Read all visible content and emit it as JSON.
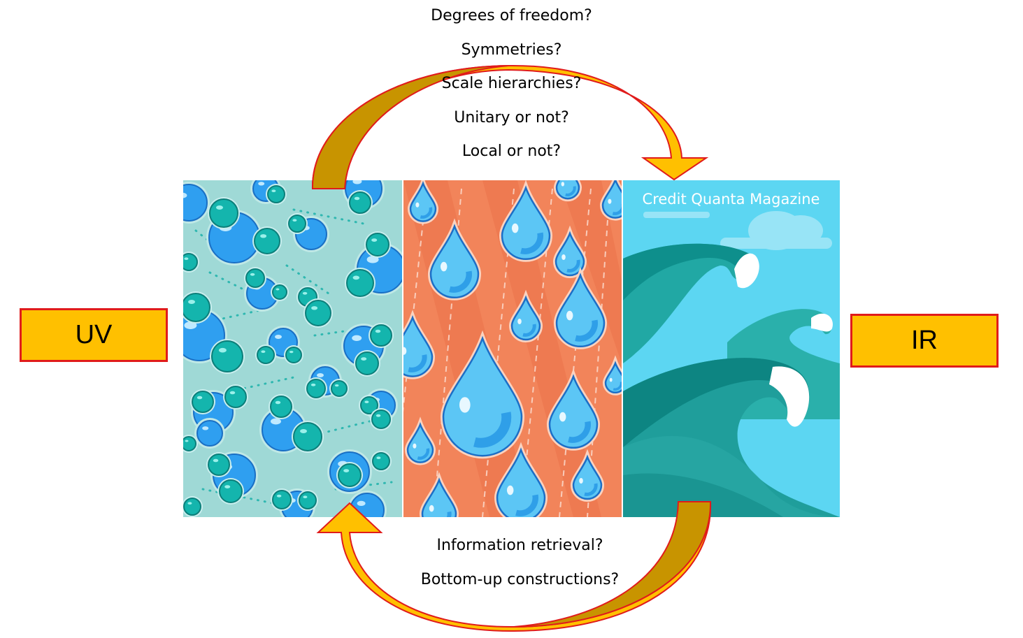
{
  "top_questions": [
    "Degrees of freedom?",
    "Symmetries?",
    "Scale hierarchies?",
    "Unitary or not?",
    "Local or not?"
  ],
  "bottom_questions": [
    "Information retrieval?",
    "Bottom-up constructions?"
  ],
  "left_box": "UV",
  "right_box": "IR",
  "credit": "Credit Quanta Magazine",
  "colors": {
    "box_fill": "#ffc000",
    "box_border": "#e01b1b",
    "arrow_fill": "#ffc000",
    "arrow_shade": "#c89400",
    "arrow_border": "#e01b1b",
    "panel1_bg": "#9fd9d6",
    "panel2_bg": "#f2845a",
    "panel3_bg": "#5cd6f2"
  },
  "panels": [
    {
      "name": "molecules",
      "icon": "molecule-icon"
    },
    {
      "name": "raindrops",
      "icon": "raindrop-icon"
    },
    {
      "name": "waves",
      "icon": "wave-icon"
    }
  ]
}
